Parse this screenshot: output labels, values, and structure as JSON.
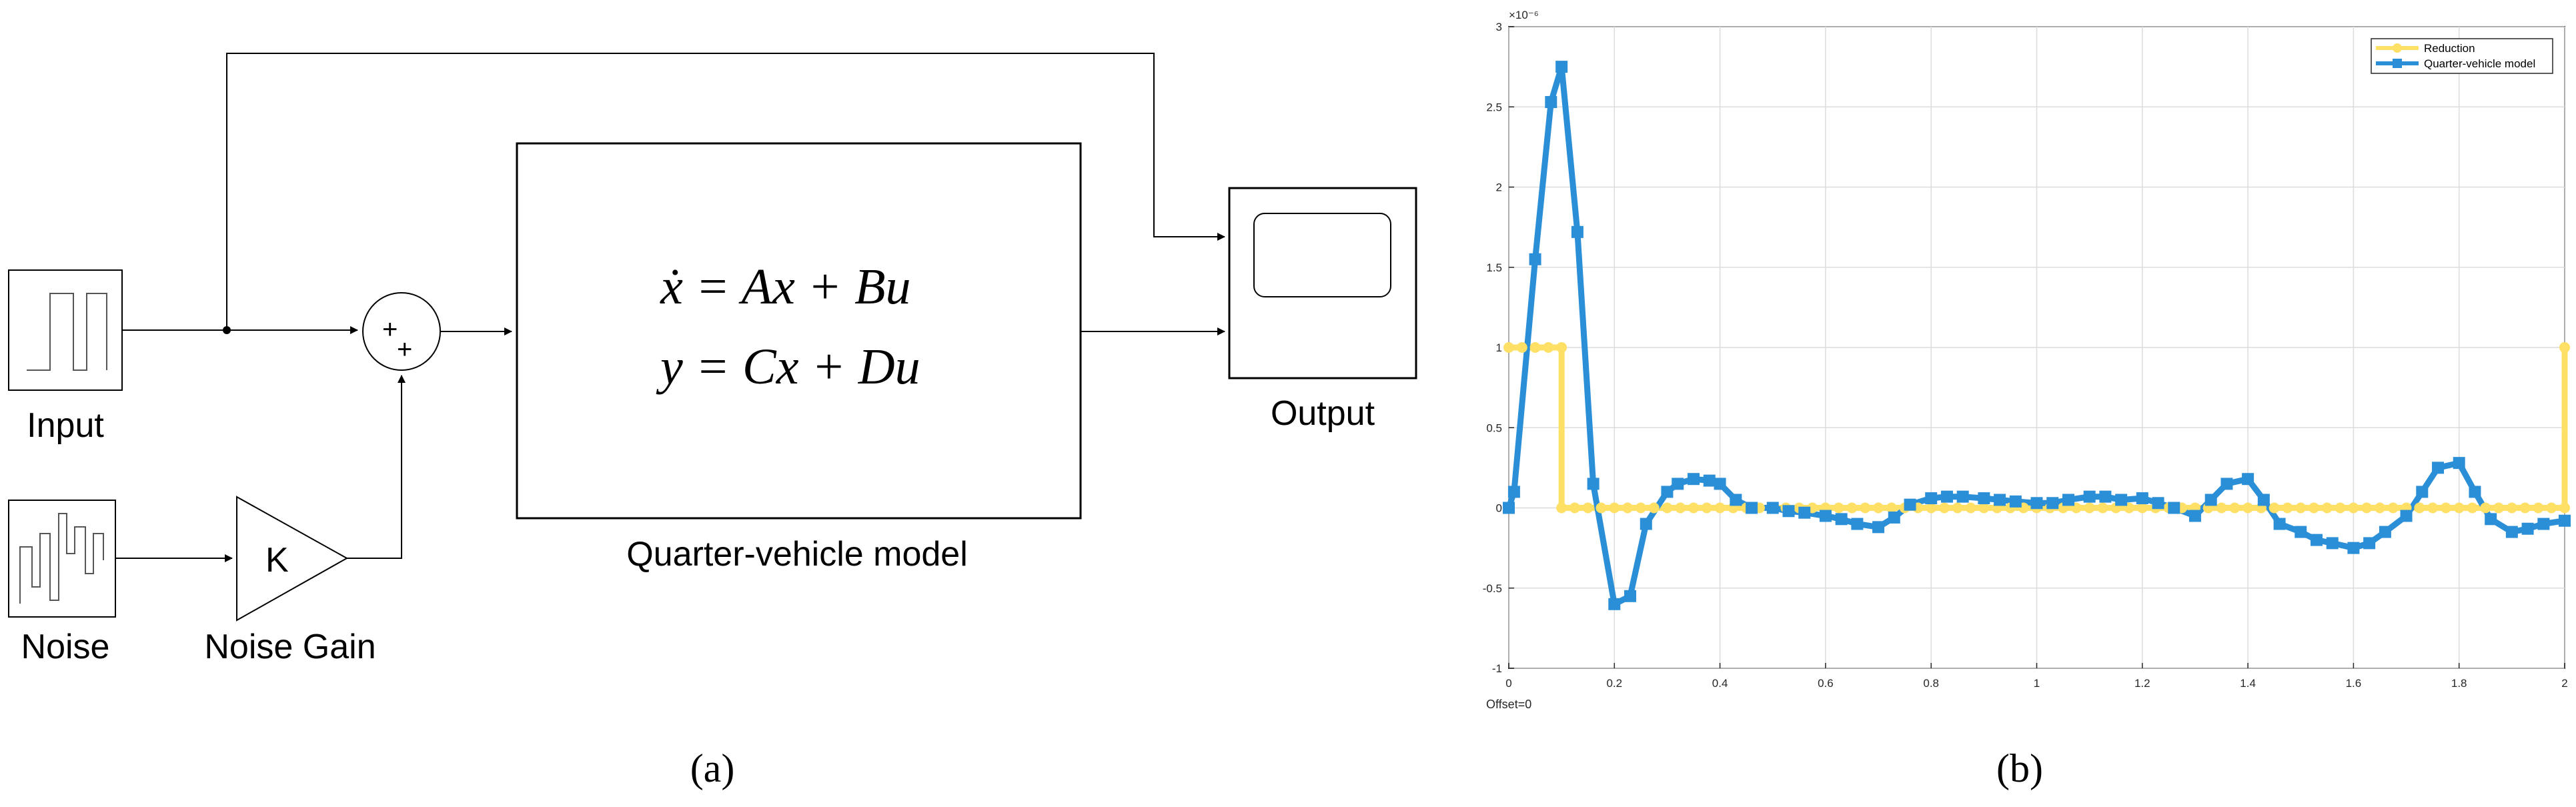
{
  "panel_a": {
    "caption": "(a)",
    "blocks": {
      "input": "Input",
      "noise": "Noise",
      "noise_gain": "Noise Gain",
      "gain_symbol": "K",
      "sum_signs": [
        "+",
        "+"
      ],
      "model": "Quarter-vehicle model",
      "output": "Output"
    },
    "equations": {
      "state": "ẋ = Ax + Bu",
      "output": "y = Cx + Du"
    }
  },
  "panel_b": {
    "caption": "(b)",
    "offset_label": "Offset=0",
    "exponent_label": "×10⁻⁶",
    "legend_position": "top-right",
    "grid": true,
    "colors": {
      "reduction": "#FFE066",
      "quarter": "#2B8FD8"
    }
  },
  "chart_data": {
    "type": "line",
    "xlim": [
      0,
      2
    ],
    "ylim": [
      -1,
      3
    ],
    "xticks": [
      "0",
      "0.2",
      "0.4",
      "0.6",
      "0.8",
      "1",
      "1.2",
      "1.4",
      "1.6",
      "1.8",
      "2"
    ],
    "yticks": [
      "-1",
      "-0.5",
      "0",
      "0.5",
      "1",
      "1.5",
      "2",
      "2.5",
      "3"
    ],
    "series": [
      {
        "name": "Reduction",
        "color": "#FFE066",
        "marker": "circle",
        "step": true,
        "x": [
          0,
          0.025,
          0.05,
          0.075,
          0.1,
          0.1,
          0.125,
          0.15,
          0.175,
          0.2,
          0.225,
          0.25,
          0.275,
          0.3,
          0.325,
          0.35,
          0.375,
          0.4,
          0.425,
          0.45,
          0.475,
          0.5,
          0.525,
          0.55,
          0.575,
          0.6,
          0.625,
          0.65,
          0.675,
          0.7,
          0.725,
          0.75,
          0.775,
          0.8,
          0.825,
          0.85,
          0.875,
          0.9,
          0.925,
          0.95,
          0.975,
          1,
          1.025,
          1.05,
          1.075,
          1.1,
          1.125,
          1.15,
          1.175,
          1.2,
          1.225,
          1.25,
          1.275,
          1.3,
          1.325,
          1.35,
          1.375,
          1.4,
          1.425,
          1.45,
          1.475,
          1.5,
          1.525,
          1.55,
          1.575,
          1.6,
          1.625,
          1.65,
          1.675,
          1.7,
          1.725,
          1.75,
          1.775,
          1.8,
          1.825,
          1.85,
          1.875,
          1.9,
          1.925,
          1.95,
          1.975,
          2,
          2
        ],
        "y": [
          1,
          1,
          1,
          1,
          1,
          0,
          0,
          0,
          0,
          0,
          0,
          0,
          0,
          0,
          0,
          0,
          0,
          0,
          0,
          0,
          0,
          0,
          0,
          0,
          0,
          0,
          0,
          0,
          0,
          0,
          0,
          0,
          0,
          0,
          0,
          0,
          0,
          0,
          0,
          0,
          0,
          0,
          0,
          0,
          0,
          0,
          0,
          0,
          0,
          0,
          0,
          0,
          0,
          0,
          0,
          0,
          0,
          0,
          0,
          0,
          0,
          0,
          0,
          0,
          0,
          0,
          0,
          0,
          0,
          0,
          0,
          0,
          0,
          0,
          0,
          0,
          0,
          0,
          0,
          0,
          0,
          0,
          1
        ]
      },
      {
        "name": "Quarter-vehicle model",
        "color": "#2B8FD8",
        "marker": "square",
        "step": false,
        "x": [
          0,
          0.01,
          0.05,
          0.08,
          0.1,
          0.13,
          0.16,
          0.2,
          0.23,
          0.26,
          0.3,
          0.32,
          0.35,
          0.38,
          0.4,
          0.43,
          0.46,
          0.5,
          0.53,
          0.56,
          0.6,
          0.63,
          0.66,
          0.7,
          0.73,
          0.76,
          0.8,
          0.83,
          0.86,
          0.9,
          0.93,
          0.96,
          1,
          1.03,
          1.06,
          1.1,
          1.13,
          1.16,
          1.2,
          1.23,
          1.26,
          1.3,
          1.33,
          1.36,
          1.4,
          1.43,
          1.46,
          1.5,
          1.53,
          1.56,
          1.6,
          1.63,
          1.66,
          1.7,
          1.73,
          1.76,
          1.8,
          1.83,
          1.86,
          1.9,
          1.93,
          1.96,
          2
        ],
        "y": [
          0,
          0.1,
          1.55,
          2.53,
          2.75,
          1.72,
          0.15,
          -0.6,
          -0.55,
          -0.1,
          0.1,
          0.15,
          0.18,
          0.17,
          0.15,
          0.05,
          0,
          0,
          -0.02,
          -0.03,
          -0.05,
          -0.07,
          -0.1,
          -0.12,
          -0.06,
          0.02,
          0.06,
          0.07,
          0.07,
          0.06,
          0.05,
          0.04,
          0.03,
          0.03,
          0.05,
          0.07,
          0.07,
          0.05,
          0.06,
          0.03,
          0,
          -0.05,
          0.05,
          0.15,
          0.18,
          0.05,
          -0.1,
          -0.15,
          -0.2,
          -0.22,
          -0.25,
          -0.22,
          -0.15,
          -0.05,
          0.1,
          0.25,
          0.28,
          0.1,
          -0.07,
          -0.15,
          -0.13,
          -0.1,
          -0.08
        ]
      }
    ]
  }
}
